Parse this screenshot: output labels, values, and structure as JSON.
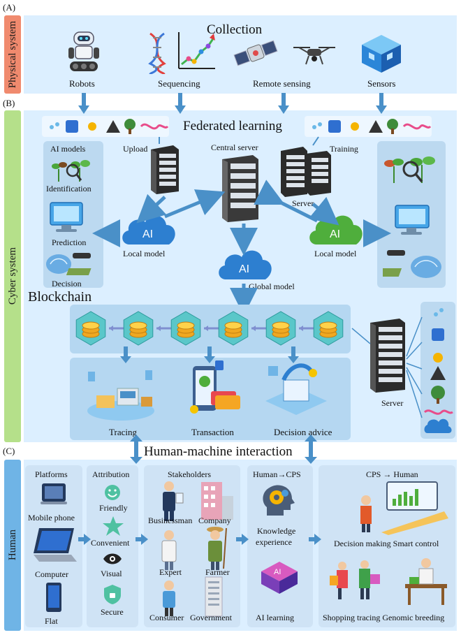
{
  "sections": {
    "a_mark": "(A)",
    "b_mark": "(B)",
    "c_mark": "(C)",
    "physical_label": "Physical system",
    "cyber_label": "Cyber system",
    "human_label": "Human"
  },
  "collection": {
    "title": "Collection",
    "items": [
      "Robots",
      "Sequencing",
      "Remote sensing",
      "Sensors"
    ]
  },
  "federated": {
    "title": "Federated learning",
    "upload": "Upload",
    "central_server": "Central server",
    "training": "Training",
    "server": "Server",
    "local_model_left": "Local model",
    "local_model_right": "Local model",
    "global_model": "Global model",
    "ai_models_title": "AI models",
    "ai_models": [
      "Identification",
      "Prediction",
      "Decision"
    ]
  },
  "blockchain": {
    "title": "Blockchain",
    "outputs": [
      "Tracing",
      "Transaction",
      "Decision advice"
    ],
    "server": "Server"
  },
  "hmi": {
    "title": "Human-machine interaction",
    "platforms_title": "Platforms",
    "platforms": [
      "Mobile phone",
      "Computer",
      "Flat"
    ],
    "attribution_title": "Attribution",
    "attribution": [
      "Friendly",
      "Convenient",
      "Visual",
      "Secure"
    ],
    "stakeholders_title": "Stakeholders",
    "stakeholders": [
      "Businessman",
      "Company",
      "Expert",
      "Farmer",
      "Consumer",
      "Government"
    ],
    "human_cps_title": "Human→CPS",
    "human_cps": [
      "Knowledge",
      "experience",
      "AI learning"
    ],
    "cps_human_title": "CPS → Human",
    "cps_human_top": "Decision making Smart control",
    "cps_human_bottom": "Shopping tracing Genomic breeding"
  },
  "colors": {
    "physical_bar": "#f08a6e",
    "cyber_bar": "#b5e08a",
    "human_bar": "#6fb4e6",
    "panel_bg": "#dcefff",
    "arrow": "#4a90c8"
  }
}
